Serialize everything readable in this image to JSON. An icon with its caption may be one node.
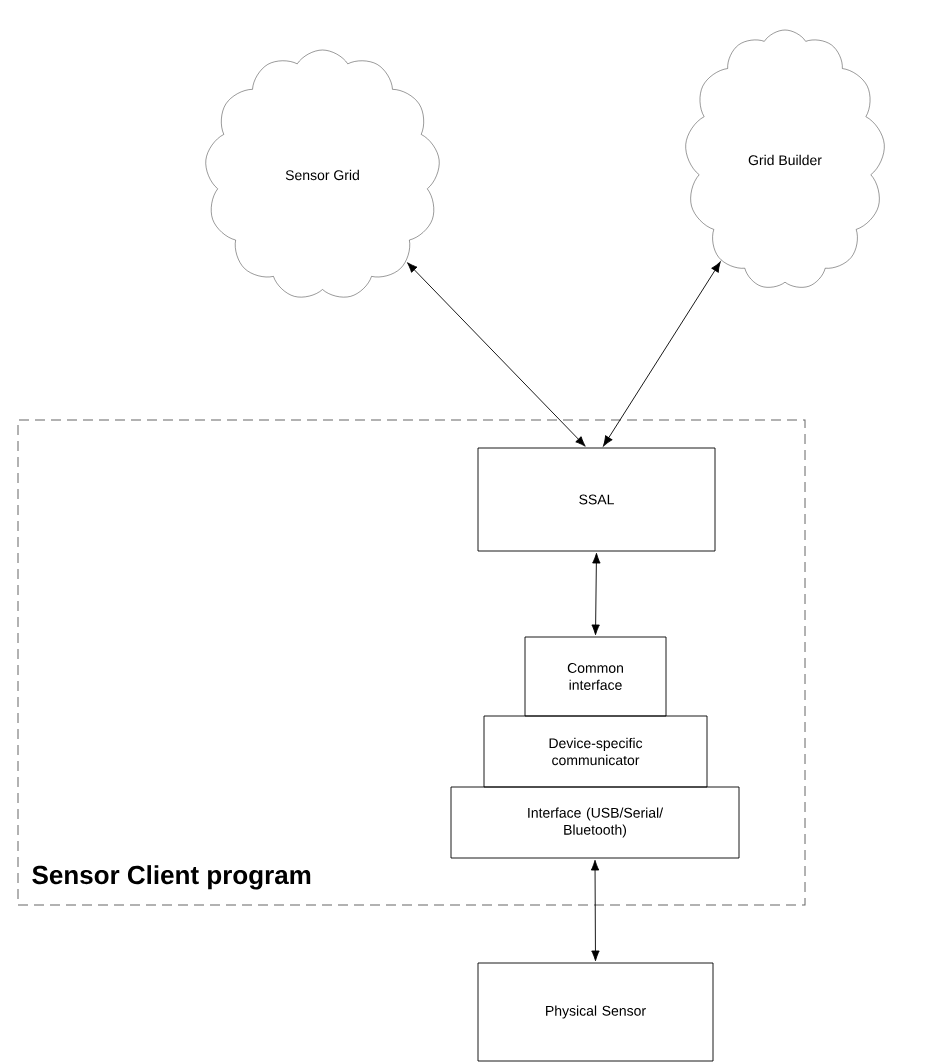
{
  "diagram": {
    "nodes": [
      {
        "text": [
          "Sensor Grid"
        ]
      },
      {
        "text": [
          "Grid Builder"
        ]
      },
      {
        "text": [
          "Sensor Client program"
        ]
      },
      {
        "text": [
          "SSAL"
        ],
        "in": 2
      },
      {
        "text": [
          "Common interface"
        ],
        "in": 2
      },
      {
        "text": [
          "Device-specific communicator"
        ],
        "in": 2
      },
      {
        "text": [
          "Interface (USB/Serial/ Bluetooth)"
        ],
        "in": 2
      },
      {
        "text": [
          "Physical Sensor"
        ]
      }
    ],
    "edges": [
      {
        "from": 3,
        "to": 0,
        "arrow": "both"
      },
      {
        "from": 3,
        "to": 1,
        "arrow": "both"
      },
      {
        "from": 3,
        "to": 4,
        "arrow": "both"
      },
      {
        "from": 6,
        "to": 7,
        "arrow": "both"
      }
    ]
  }
}
